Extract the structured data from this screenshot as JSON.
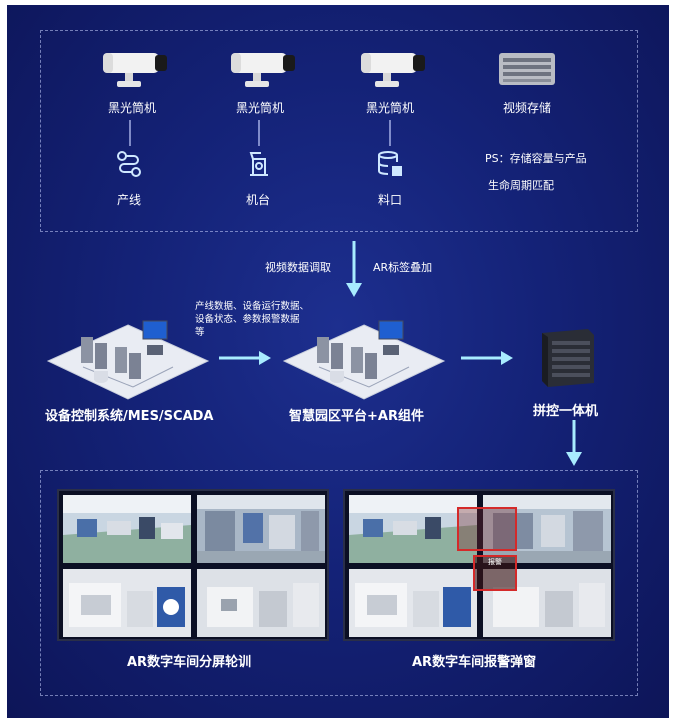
{
  "cameras": [
    {
      "label": "黑光筒机",
      "sub_label": "产线",
      "sub_icon": "workflow-icon"
    },
    {
      "label": "黑光筒机",
      "sub_label": "机台",
      "sub_icon": "machine-icon"
    },
    {
      "label": "黑光筒机",
      "sub_label": "料口",
      "sub_icon": "database-icon"
    }
  ],
  "storage": {
    "label": "视频存储",
    "ps_line1": "PS：存储容量与产品",
    "ps_line2": "生命周期匹配"
  },
  "flow": {
    "video_fetch": "视频数据调取",
    "ar_overlay": "AR标签叠加",
    "data_note_line1": "产线数据、设备运行数据、",
    "data_note_line2": "设备状态、参数报警数据",
    "data_note_line3": "等"
  },
  "systems": {
    "mes": "设备控制系统/MES/SCADA",
    "platform": "智慧园区平台+AR组件",
    "controller": "拼控一体机"
  },
  "screens": {
    "left_caption": "AR数字车间分屏轮训",
    "right_caption": "AR数字车间报警弹窗",
    "alert_tag": "报警"
  },
  "colors": {
    "background": "#142277",
    "arrow": "#a8ecff",
    "alert": "#d42a2a"
  }
}
